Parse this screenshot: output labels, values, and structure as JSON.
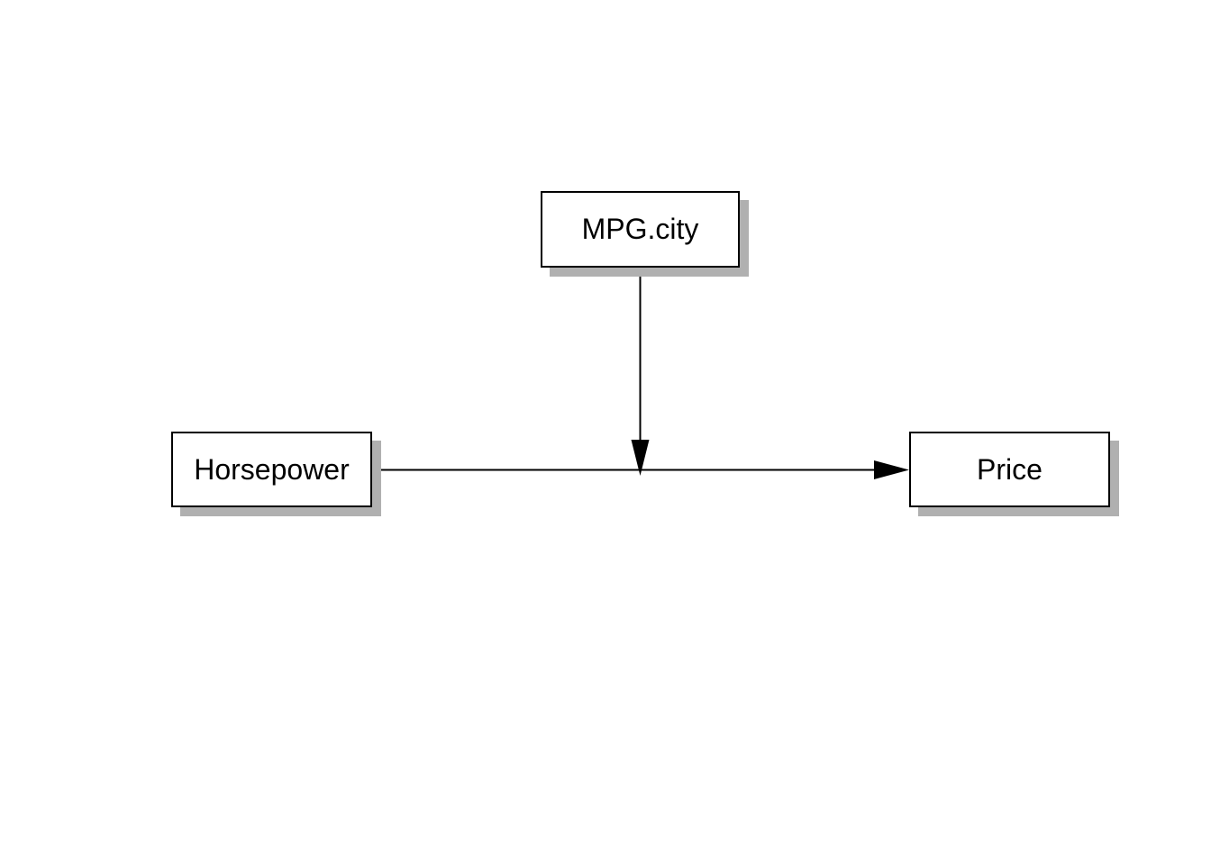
{
  "diagram": {
    "type": "path-diagram",
    "description": "Moderation path diagram: Horsepower -> Price with MPG.city arrow pointing at the path",
    "nodes": [
      {
        "id": "mpg_city",
        "label": "MPG.city"
      },
      {
        "id": "horsepower",
        "label": "Horsepower"
      },
      {
        "id": "price",
        "label": "Price"
      }
    ],
    "edges": [
      {
        "from": "horsepower",
        "to": "price",
        "style": "directed-arrow"
      },
      {
        "from": "mpg_city",
        "to": "horsepower-price-path",
        "style": "directed-arrow-moderation"
      }
    ],
    "colors": {
      "background": "#ffffff",
      "node_fill": "#ffffff",
      "node_border": "#000000",
      "node_shadow": "#b0b0b0",
      "arrow": "#000000",
      "text": "#000000"
    }
  }
}
